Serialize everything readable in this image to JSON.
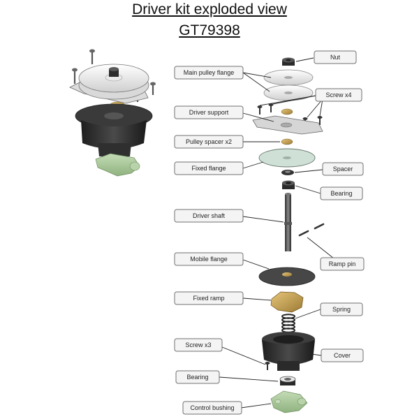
{
  "title": {
    "line1": "Driver kit exploded view",
    "line2": "GT79398"
  },
  "labels": {
    "nut": "Nut",
    "main_pulley_flange": "Main pulley flange",
    "screw_x4": "Screw x4",
    "driver_support": "Driver support",
    "pulley_spacer_x2": "Pulley spacer x2",
    "fixed_flange": "Fixed flange",
    "spacer": "Spacer",
    "bearing_top": "Bearing",
    "driver_shaft": "Driver shaft",
    "ramp_pin": "Ramp pin",
    "mobile_flange": "Mobile flange",
    "fixed_ramp": "Fixed ramp",
    "spring": "Spring",
    "screw_x3": "Screw x3",
    "cover": "Cover",
    "bearing_bottom": "Bearing",
    "control_bushing": "Control bushing"
  },
  "colors": {
    "label_fill": "#f4f4f4",
    "label_stroke": "#707070",
    "cover_dark": "#2e2e2e",
    "bushing_green": "#a9c79a",
    "ramp_gold": "#c9a24e",
    "spacer_gold": "#d9a431",
    "flange_silver": "#e8e8e8",
    "fixed_flange_green": "#cfe0d6"
  }
}
